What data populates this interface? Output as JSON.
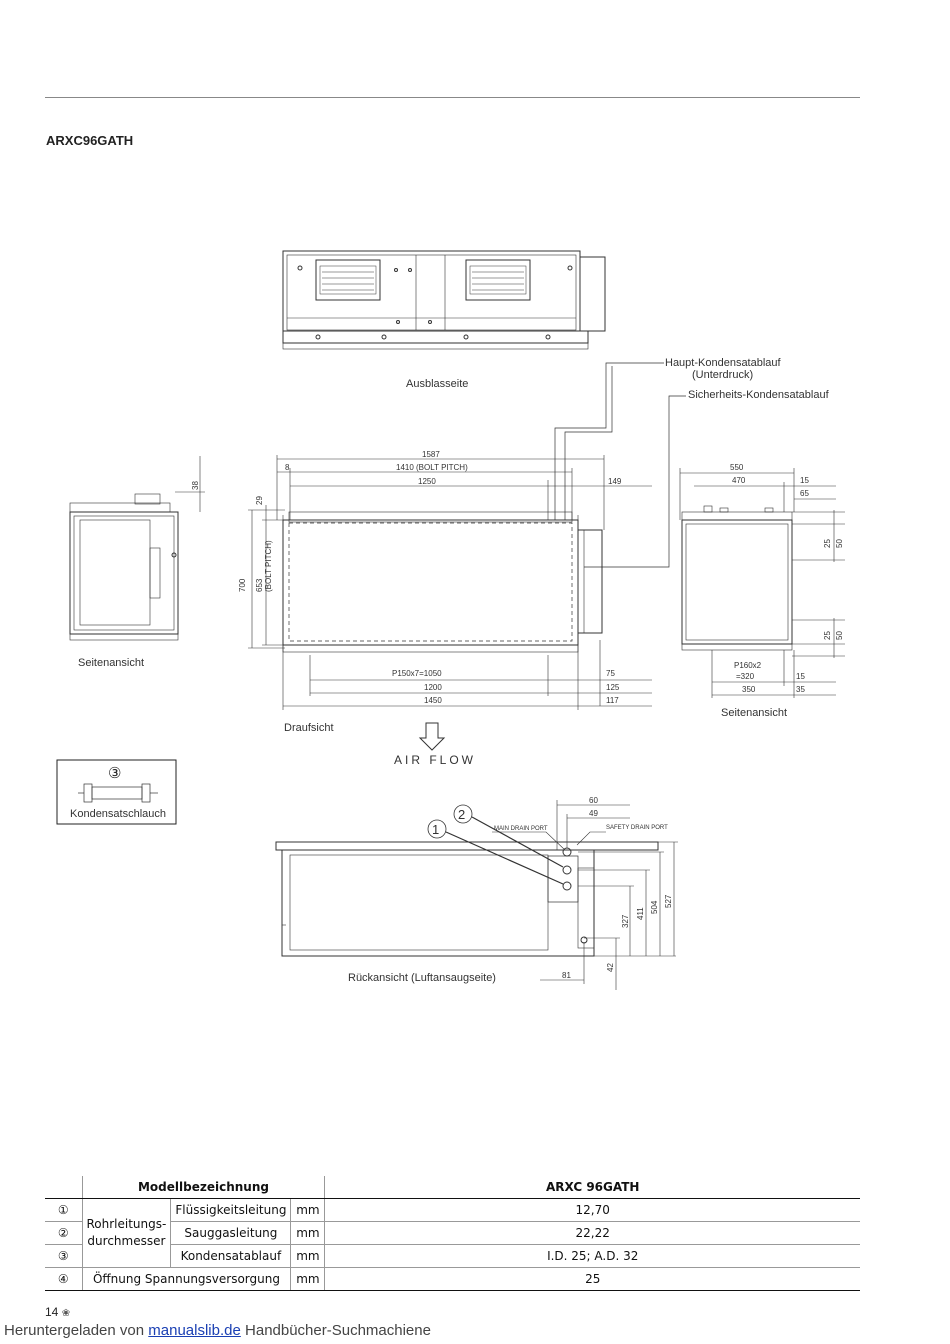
{
  "model_title": "ARXC96GATH",
  "drawing": {
    "label_outlet": "Ausblasseite",
    "label_main_drain": "Haupt-Kondensatablauf",
    "label_main_drain_sub": "(Unterdruck)",
    "label_safety_drain": "Sicherheits-Kondensatablauf",
    "label_side_left": "Seitenansicht",
    "label_side_right": "Seitenansicht",
    "label_top": "Draufsicht",
    "label_airflow": "AIR FLOW",
    "label_hose_num": "③",
    "label_hose": "Kondensatschlauch",
    "label_rear": "Rückansicht (Luftansaugseite)",
    "marker_1": "1",
    "marker_2": "2",
    "main_drain_port": "MAIN DRAIN PORT",
    "safety_drain_port": "SAFETY DRAIN PORT",
    "dims_top": {
      "d1587": "1587",
      "d8": "8",
      "d1410": "1410 (BOLT PITCH)",
      "d1250": "1250",
      "d149": "149",
      "d29": "29",
      "d700": "700",
      "d653": "653",
      "dbolt": "(BOLT PITCH)",
      "dp150": "P150x7=1050",
      "d75": "75",
      "d1200": "1200",
      "d125": "125",
      "d1450": "1450",
      "d117": "117",
      "d38": "38"
    },
    "dims_side": {
      "d550": "550",
      "d470": "470",
      "d15a": "15",
      "d65": "65",
      "d25a": "25",
      "d50a": "50",
      "d25b": "25",
      "d50b": "50",
      "dp160": "P160x2",
      "d320": "=320",
      "d15b": "15",
      "d350": "350",
      "d35": "35"
    },
    "dims_rear": {
      "d60": "60",
      "d49": "49",
      "d327": "327",
      "d411": "411",
      "d504": "504",
      "d527": "527",
      "d42": "42",
      "d81": "81"
    }
  },
  "table": {
    "header_model": "Modellbezeichnung",
    "header_value": "ARXC 96GATH",
    "group_label_1": "Rohrleitungs-",
    "group_label_2": "durchmesser",
    "rows": [
      {
        "num": "①",
        "name": "Flüssigkeitsleitung",
        "unit": "mm",
        "value": "12,70"
      },
      {
        "num": "②",
        "name": "Sauggasleitung",
        "unit": "mm",
        "value": "22,22"
      },
      {
        "num": "③",
        "name": "Kondensatablauf",
        "unit": "mm",
        "value": "I.D. 25; A.D. 32"
      },
      {
        "num": "④",
        "name": "Öffnung Spannungsversorgung",
        "unit": "mm",
        "value": "25"
      }
    ]
  },
  "footer": {
    "page_number": "14",
    "download_prefix": "Heruntergeladen von",
    "download_link": "manualslib.de",
    "download_suffix": "Handbücher-Suchmachiene"
  }
}
